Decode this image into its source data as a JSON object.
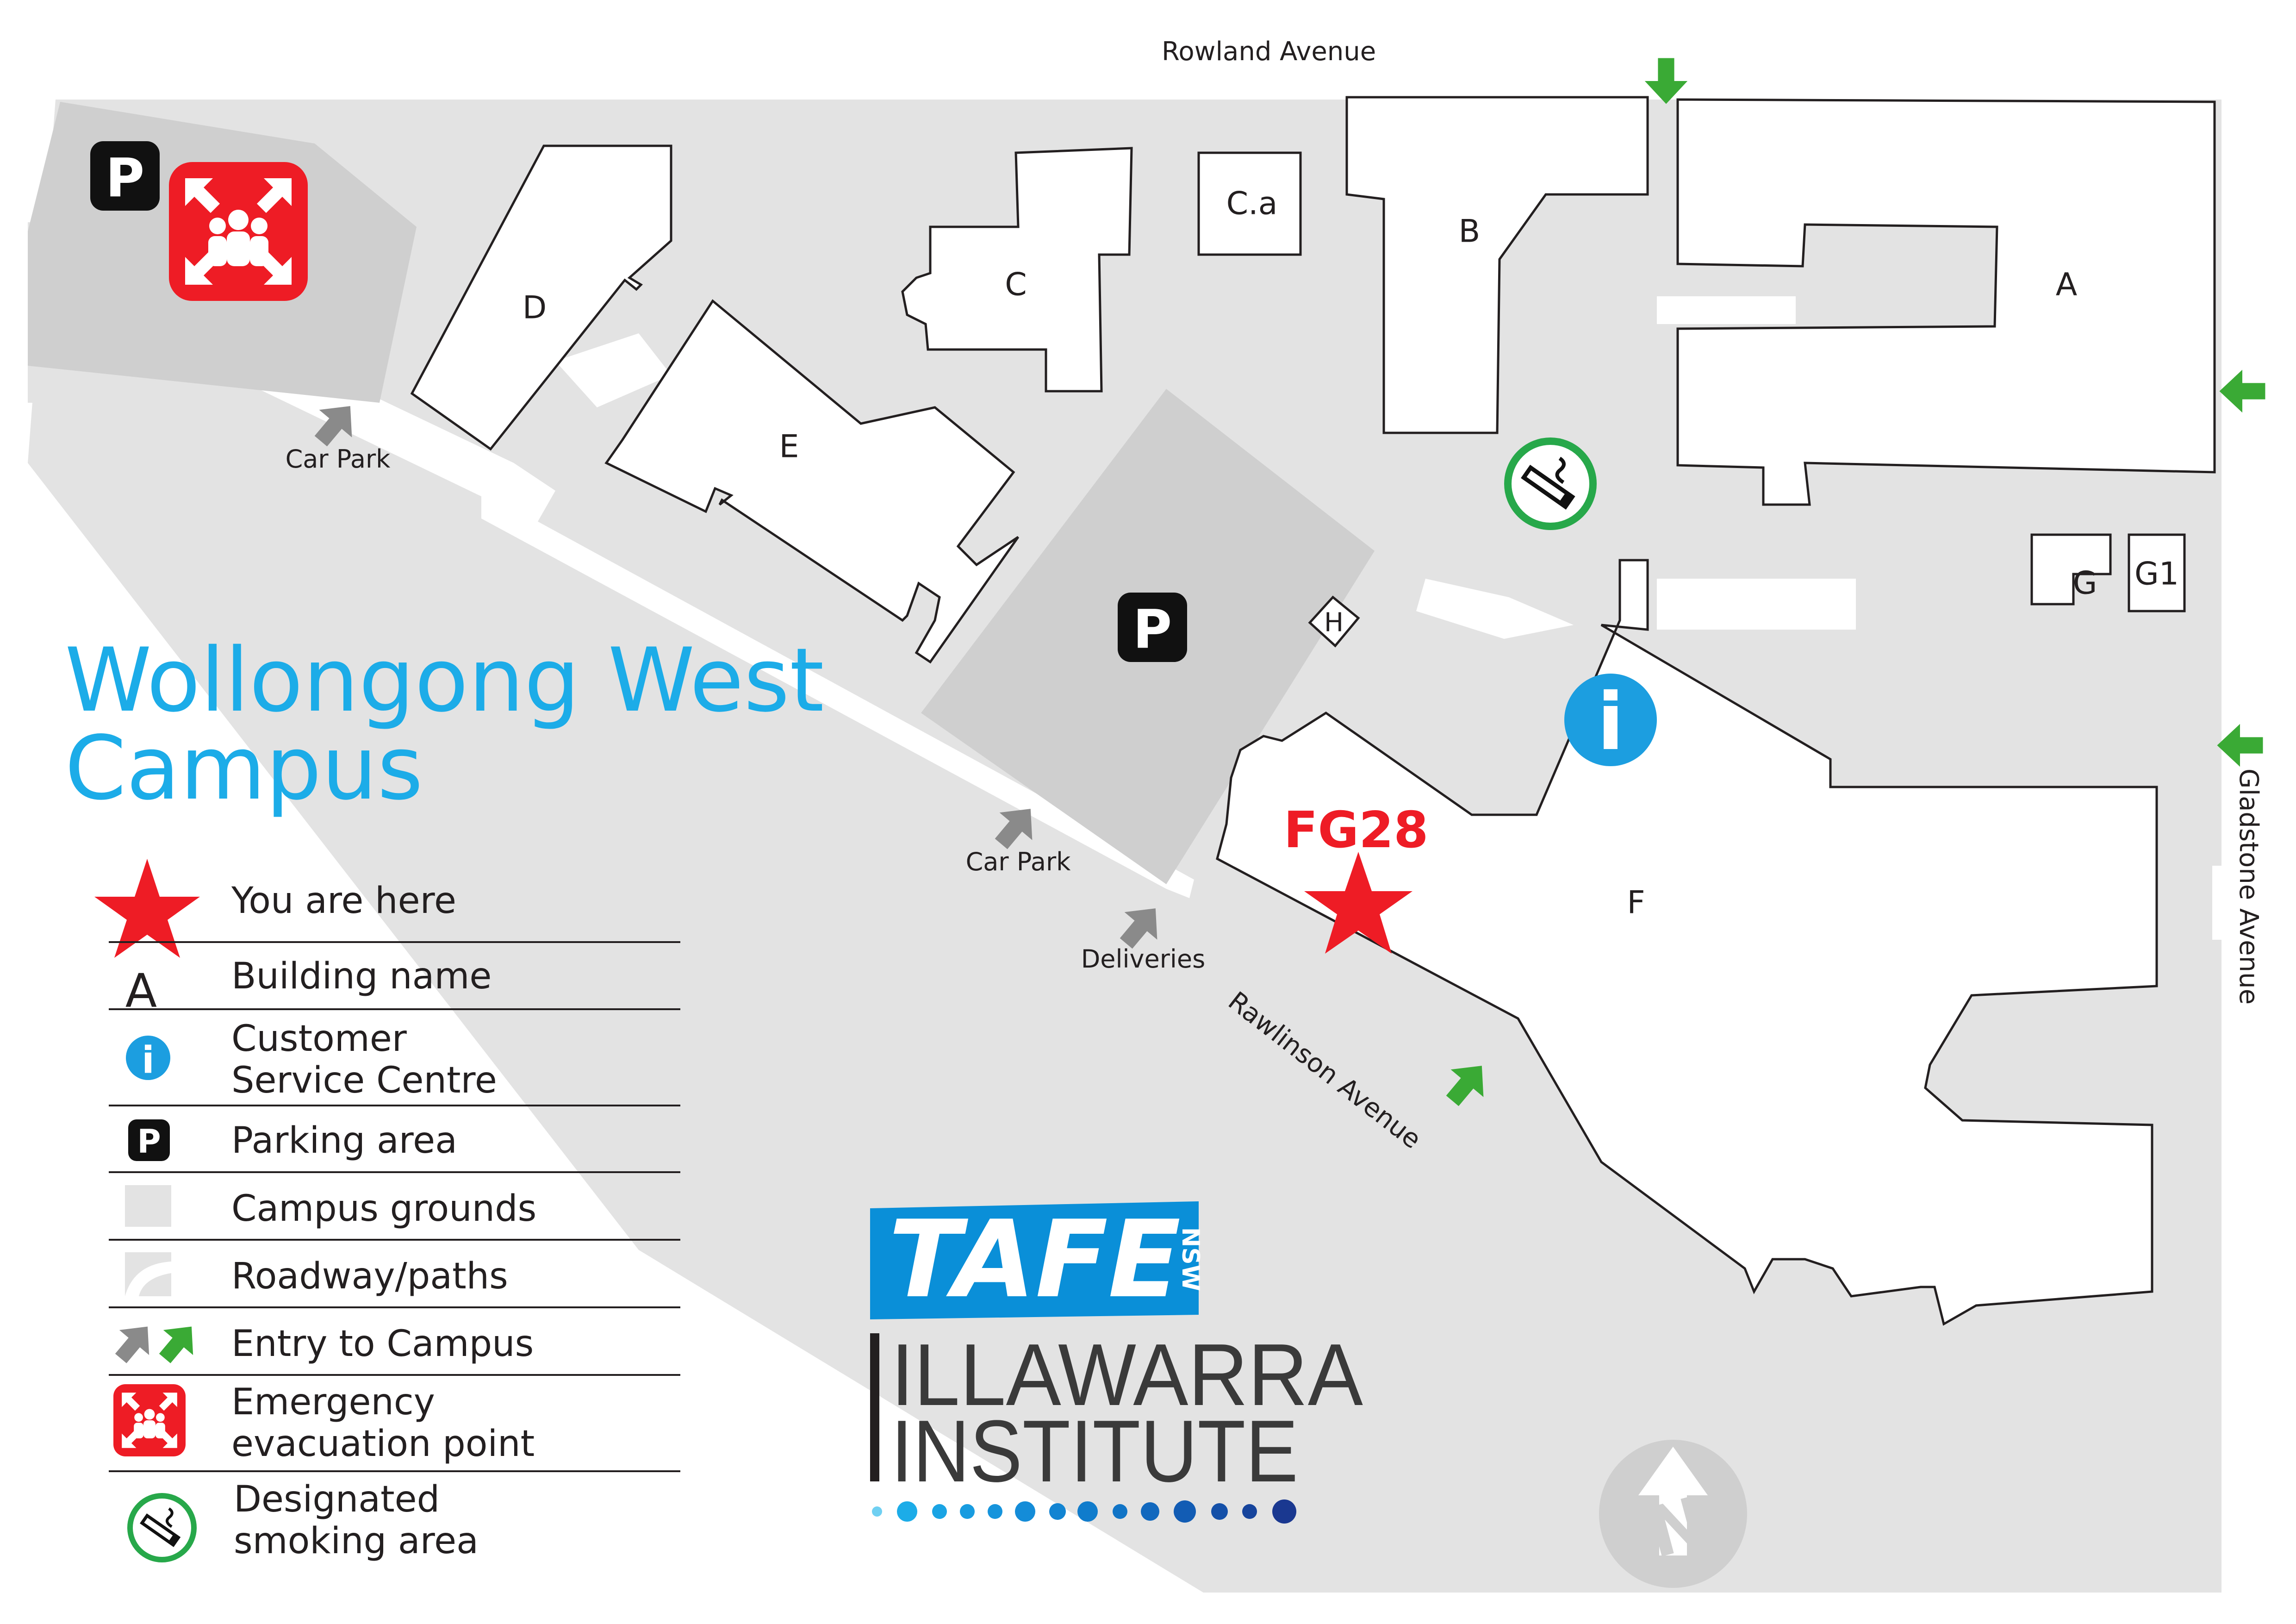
{
  "map": {
    "title_line1": "Wollongong West",
    "title_line2": "Campus",
    "streets": {
      "north": "Rowland Avenue",
      "east": "Gladstone Avenue",
      "south": "Rawlinson Avenue"
    },
    "buildings": {
      "A": "A",
      "B": "B",
      "C": "C",
      "Ca": "C.a",
      "D": "D",
      "E": "E",
      "F": "F",
      "G": "G",
      "G1": "G1",
      "H": "H"
    },
    "labels": {
      "car_park_west": "Car Park",
      "car_park_centre": "Car Park",
      "deliveries": "Deliveries",
      "room": "FG28",
      "parking_symbol": "P",
      "info_symbol": "i",
      "compass": "N"
    },
    "colors": {
      "grounds": "#e3e3e3",
      "parking_lot": "#cfcfcf",
      "title_blue": "#1cace8",
      "info_blue": "#1c9ee0",
      "star_red": "#ee1c25",
      "entry_green": "#3aaa35",
      "entry_grey": "#8a8a8a",
      "smoking_green": "#27a84a",
      "tafe_blue": "#0a8fd8"
    }
  },
  "legend": {
    "items": [
      {
        "icon": "red-star-icon",
        "label": "You are here"
      },
      {
        "icon": "building-letter-icon",
        "label": "Building name",
        "symbol": "A"
      },
      {
        "icon": "info-icon",
        "label_line1": "Customer",
        "label_line2": "Service Centre",
        "symbol": "i"
      },
      {
        "icon": "parking-icon",
        "label": "Parking area",
        "symbol": "P"
      },
      {
        "icon": "grounds-swatch-icon",
        "label": "Campus grounds"
      },
      {
        "icon": "roadway-swatch-icon",
        "label": "Roadway/paths"
      },
      {
        "icon": "entry-arrows-icon",
        "label": "Entry to Campus"
      },
      {
        "icon": "evacuation-icon",
        "label_line1": "Emergency",
        "label_line2": "evacuation point"
      },
      {
        "icon": "smoking-area-icon",
        "label_line1": "Designated",
        "label_line2": "smoking area"
      }
    ]
  },
  "logo": {
    "tafe": "TAFE",
    "nsw": "NSW",
    "line1": "ILLAWARRA",
    "line2": "INSTITUTE"
  }
}
